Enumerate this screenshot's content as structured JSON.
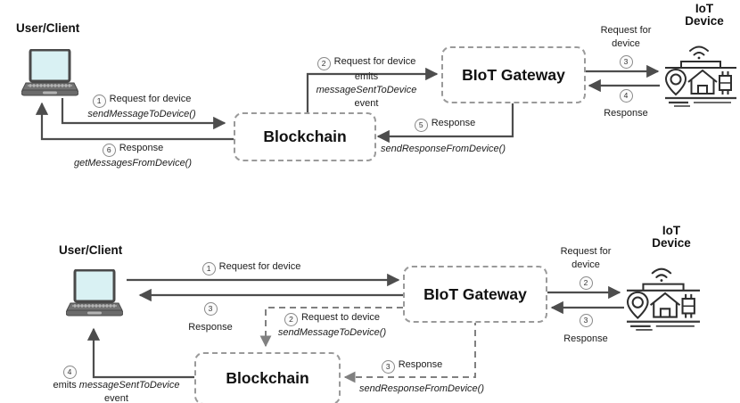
{
  "top": {
    "title_user": "User/Client",
    "iot_line1": "IoT",
    "iot_line2": "Device",
    "blockchain_label": "Blockchain",
    "gateway_label": "BIoT Gateway",
    "s1": {
      "num": "1",
      "text": "Request for device",
      "method": "sendMessageToDevice()"
    },
    "s2": {
      "num": "2",
      "text": "Request for device",
      "l2": "emits",
      "l3": "messageSentToDevice",
      "l4": "event"
    },
    "s3": {
      "num": "3",
      "l1": "Request for",
      "l2": "device"
    },
    "s4": {
      "num": "4",
      "text": "Response"
    },
    "s5": {
      "num": "5",
      "text": "Response",
      "method": "sendResponseFromDevice()"
    },
    "s6": {
      "num": "6",
      "text": "Response",
      "method": "getMessagesFromDevice()"
    }
  },
  "bottom": {
    "title_user": "User/Client",
    "iot_line1": "IoT",
    "iot_line2": "Device",
    "blockchain_label": "Blockchain",
    "gateway_label": "BIoT Gateway",
    "s1": {
      "num": "1",
      "text": "Request for device"
    },
    "s3_user": {
      "num": "3",
      "text": "Response"
    },
    "s2_chain": {
      "num": "2",
      "text": "Request to device",
      "method": "sendMessageToDevice()"
    },
    "s3_chain": {
      "num": "3",
      "text": "Response",
      "method": "sendResponseFromDevice()"
    },
    "s4": {
      "num": "4",
      "prefix": "emits",
      "event_name": "messageSentToDevice",
      "suffix": "event"
    },
    "s2_dev": {
      "num": "2",
      "l1": "Request for",
      "l2": "device"
    },
    "s3_dev": {
      "num": "3",
      "text": "Response"
    }
  },
  "colors": {
    "solid_line": "#4d4d4d",
    "dashed_line": "#808080",
    "box_border": "#9a9a9a",
    "laptop_screen": "#d9f1f3"
  }
}
